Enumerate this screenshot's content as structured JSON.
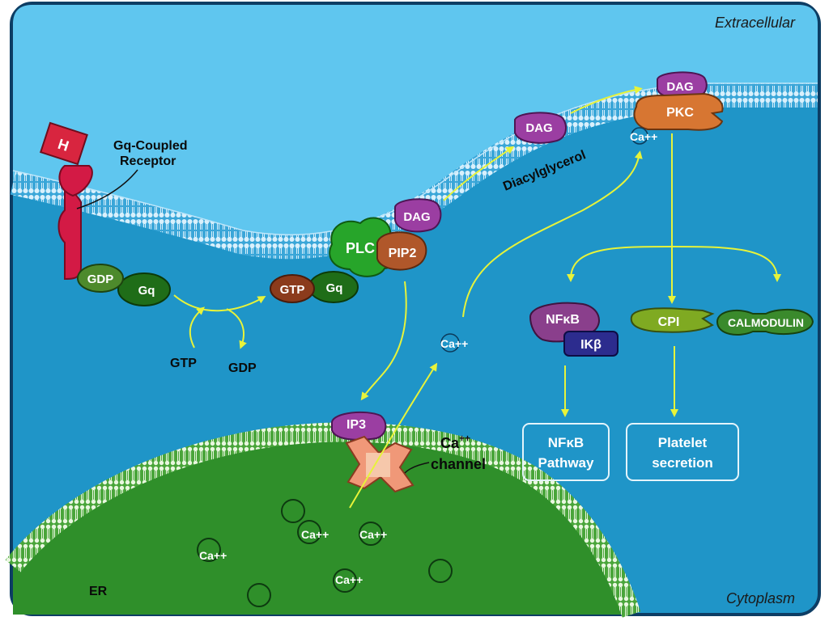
{
  "regions": {
    "extracellular": "Extracellular",
    "cytoplasm": "Cytoplasm",
    "er": "ER"
  },
  "receptor": {
    "hormone": "H",
    "label_line1": "Gq-Coupled",
    "label_line2": "Receptor"
  },
  "gproteins": {
    "gdp": "GDP",
    "gq1": "Gq",
    "gtp": "GTP",
    "gq2": "Gq",
    "gtp_free": "GTP",
    "gdp_free": "GDP"
  },
  "enzymes": {
    "plc": "PLC",
    "pip2": "PIP2",
    "dag_membrane": "DAG",
    "dag_moving": "DAG",
    "dag_pkc": "DAG",
    "pkc": "PKC",
    "diacylglycerol": "Diacylglycerol",
    "ip3": "IP3"
  },
  "calcium": {
    "ca_top": "Ca++",
    "ca_mid": "Ca++",
    "ca_er": [
      "Ca++",
      "Ca++",
      "Ca++",
      "Ca++"
    ],
    "channel_line1": "Ca++",
    "channel_line2": "channel",
    "base": "Ca",
    "sup": "++"
  },
  "targets": {
    "nfkb": "NFκB",
    "ikb": "IKβ",
    "cpi": "CPI",
    "calmodulin": "CALMODULIN"
  },
  "outcomes": {
    "nfkb_line1": "NFκB",
    "nfkb_line2": "Pathway",
    "platelet_line1": "Platelet",
    "platelet_line2": "secretion"
  },
  "colors": {
    "extracellular": "#5fc6ef",
    "cytoplasm": "#1f95c8",
    "membrane": "#9fd6f5",
    "er": "#2f8f2a",
    "arrow": "#e7f33a"
  }
}
